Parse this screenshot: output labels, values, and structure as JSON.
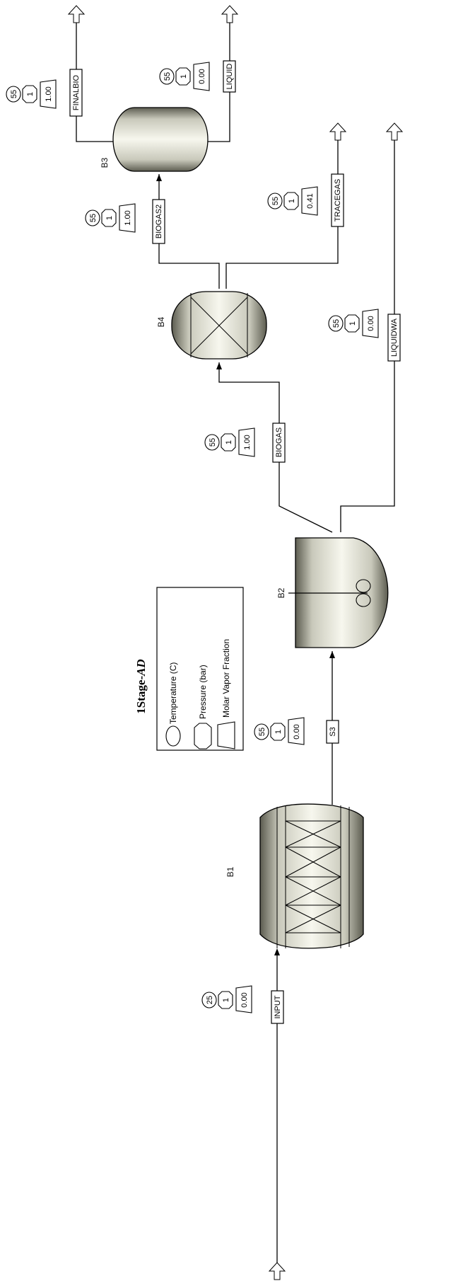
{
  "title": {
    "prefix": "1Stage-",
    "suffix": "AD"
  },
  "legend": {
    "temperature": "Temperature (C)",
    "pressure": "Pressure (bar)",
    "vapor": "Molar Vapor Fraction"
  },
  "blocks": {
    "b1": "B1",
    "b2": "B2",
    "b3": "B3",
    "b4": "B4"
  },
  "streams": {
    "input": {
      "name": "INPUT",
      "temperature": "25",
      "pressure": "1",
      "vapor_fraction": "0.00"
    },
    "s3": {
      "name": "S3",
      "temperature": "55",
      "pressure": "1",
      "vapor_fraction": "0.00"
    },
    "biogas": {
      "name": "BIOGAS",
      "temperature": "55",
      "pressure": "1",
      "vapor_fraction": "1.00"
    },
    "liquidwa": {
      "name": "LIQUIDWA",
      "temperature": "55",
      "pressure": "1",
      "vapor_fraction": "0.00"
    },
    "biogas2": {
      "name": "BIOGAS2",
      "temperature": "55",
      "pressure": "1",
      "vapor_fraction": "1.00"
    },
    "tracegas": {
      "name": "TRACEGAS",
      "temperature": "55",
      "pressure": "1",
      "vapor_fraction": "0.41"
    },
    "finalbio": {
      "name": "FINALBIO",
      "temperature": "55",
      "pressure": "1",
      "vapor_fraction": "1.00"
    },
    "liquid": {
      "name": "LIQUID",
      "temperature": "55",
      "pressure": "1",
      "vapor_fraction": "0.00"
    }
  }
}
